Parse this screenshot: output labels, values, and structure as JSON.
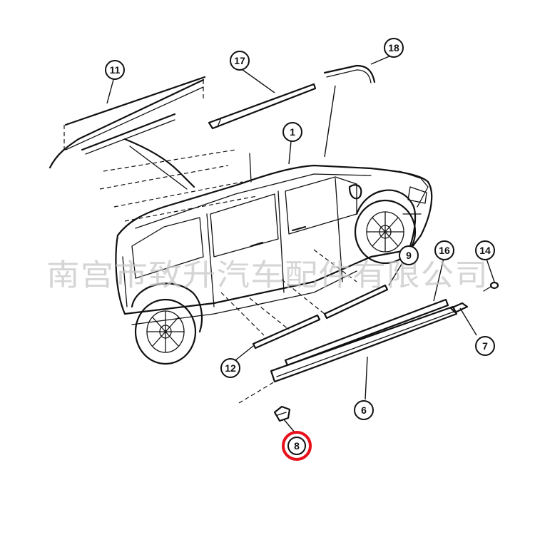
{
  "watermark_text": "南宫市致升汽车配件有限公司",
  "highlight_color": "#e8101a",
  "callouts": [
    {
      "label": "11"
    },
    {
      "label": "17"
    },
    {
      "label": "18"
    },
    {
      "label": "1"
    },
    {
      "label": "9"
    },
    {
      "label": "16"
    },
    {
      "label": "14"
    },
    {
      "label": "12"
    },
    {
      "label": "7"
    },
    {
      "label": "6"
    },
    {
      "label": "8",
      "highlighted": true
    }
  ]
}
